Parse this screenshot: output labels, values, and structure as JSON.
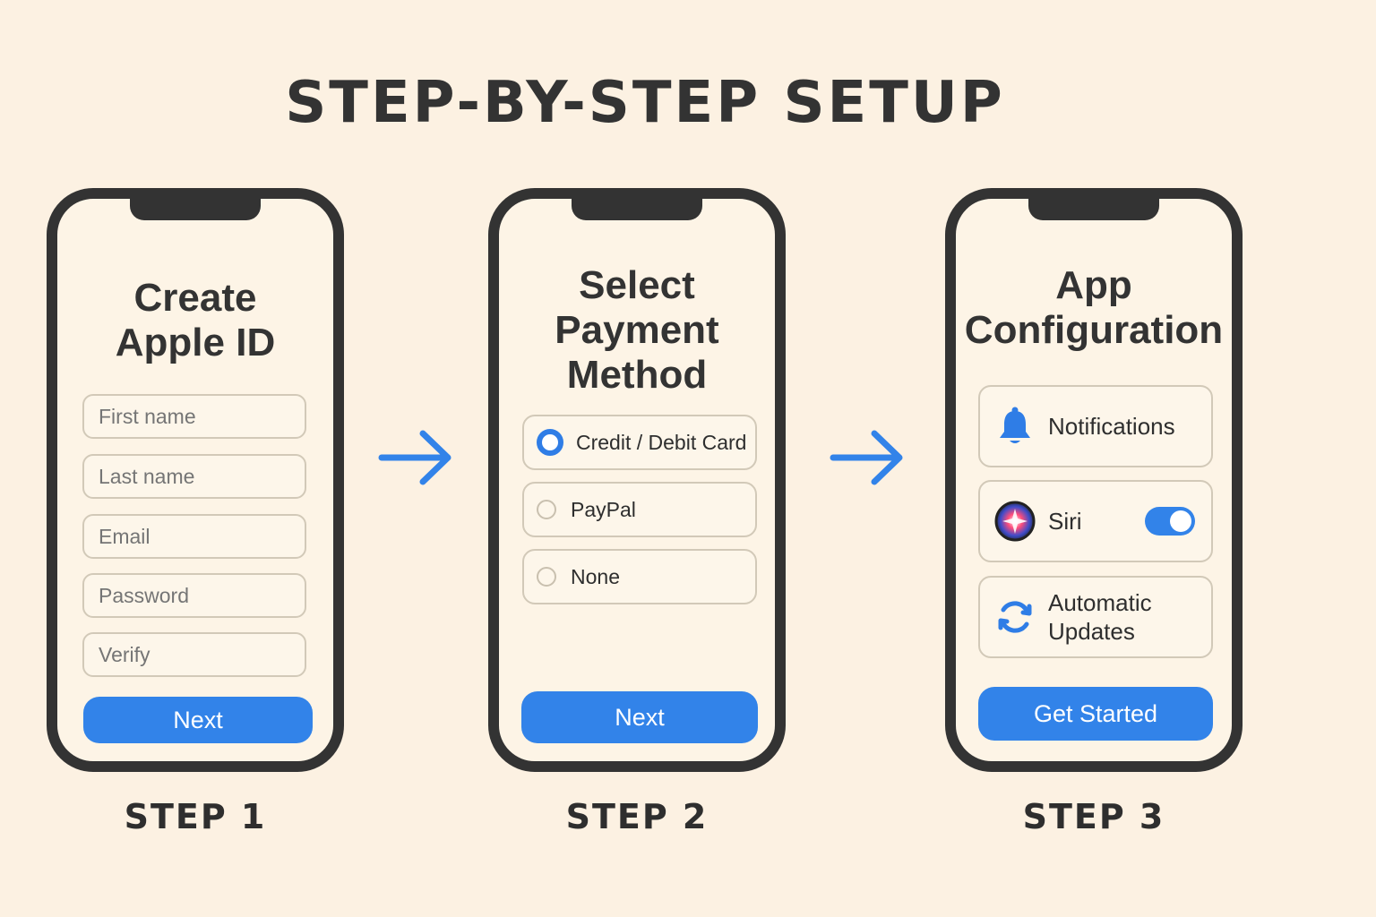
{
  "title": "STEP-BY-STEP SETUP",
  "colors": {
    "background": "#fcf1e2",
    "accent": "#3283e9",
    "frame": "#333333",
    "field_border": "#d2c9b8"
  },
  "steps": [
    {
      "label": "STEP 1",
      "screen_title_lines": [
        "Create",
        "Apple ID"
      ],
      "fields": [
        {
          "placeholder": "First name"
        },
        {
          "placeholder": "Last name"
        },
        {
          "placeholder": "Email"
        },
        {
          "placeholder": "Password"
        },
        {
          "placeholder": "Verify"
        }
      ],
      "button": "Next"
    },
    {
      "label": "STEP 2",
      "screen_title_lines": [
        "Select",
        "Payment",
        "Method"
      ],
      "options": [
        {
          "label": "Credit / Debit Card",
          "selected": true
        },
        {
          "label": "PayPal",
          "selected": false
        },
        {
          "label": "None",
          "selected": false
        }
      ],
      "button": "Next"
    },
    {
      "label": "STEP 3",
      "screen_title_lines": [
        "App",
        "Configuration"
      ],
      "settings": [
        {
          "label": "Notifications",
          "icon": "bell-icon"
        },
        {
          "label": "Siri",
          "icon": "siri-icon",
          "toggle": "on"
        },
        {
          "label_lines": [
            "Automatic",
            "Updates"
          ],
          "icon": "sync-icon"
        }
      ],
      "button": "Get Started"
    }
  ],
  "arrow_icon": "arrow-right-icon"
}
